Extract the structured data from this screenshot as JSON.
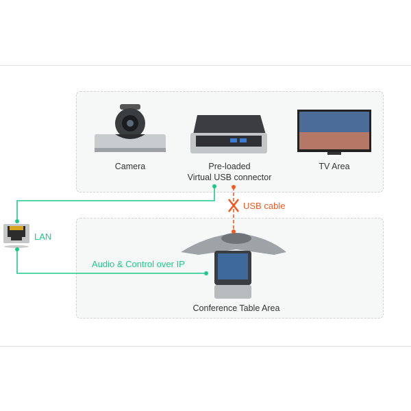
{
  "devices": {
    "camera": "Camera",
    "connector_line1": "Pre-loaded",
    "connector_line2": "Virtual USB  connector",
    "tv": "TV Area",
    "phone": "Conference Table Area"
  },
  "connections": {
    "lan": "LAN",
    "audio_control": "Audio & Control over IP",
    "usb": "USB cable"
  },
  "colors": {
    "ip_line": "#1cc98a",
    "usb_line": "#f5581f",
    "area_border": "#cfd2d3"
  }
}
